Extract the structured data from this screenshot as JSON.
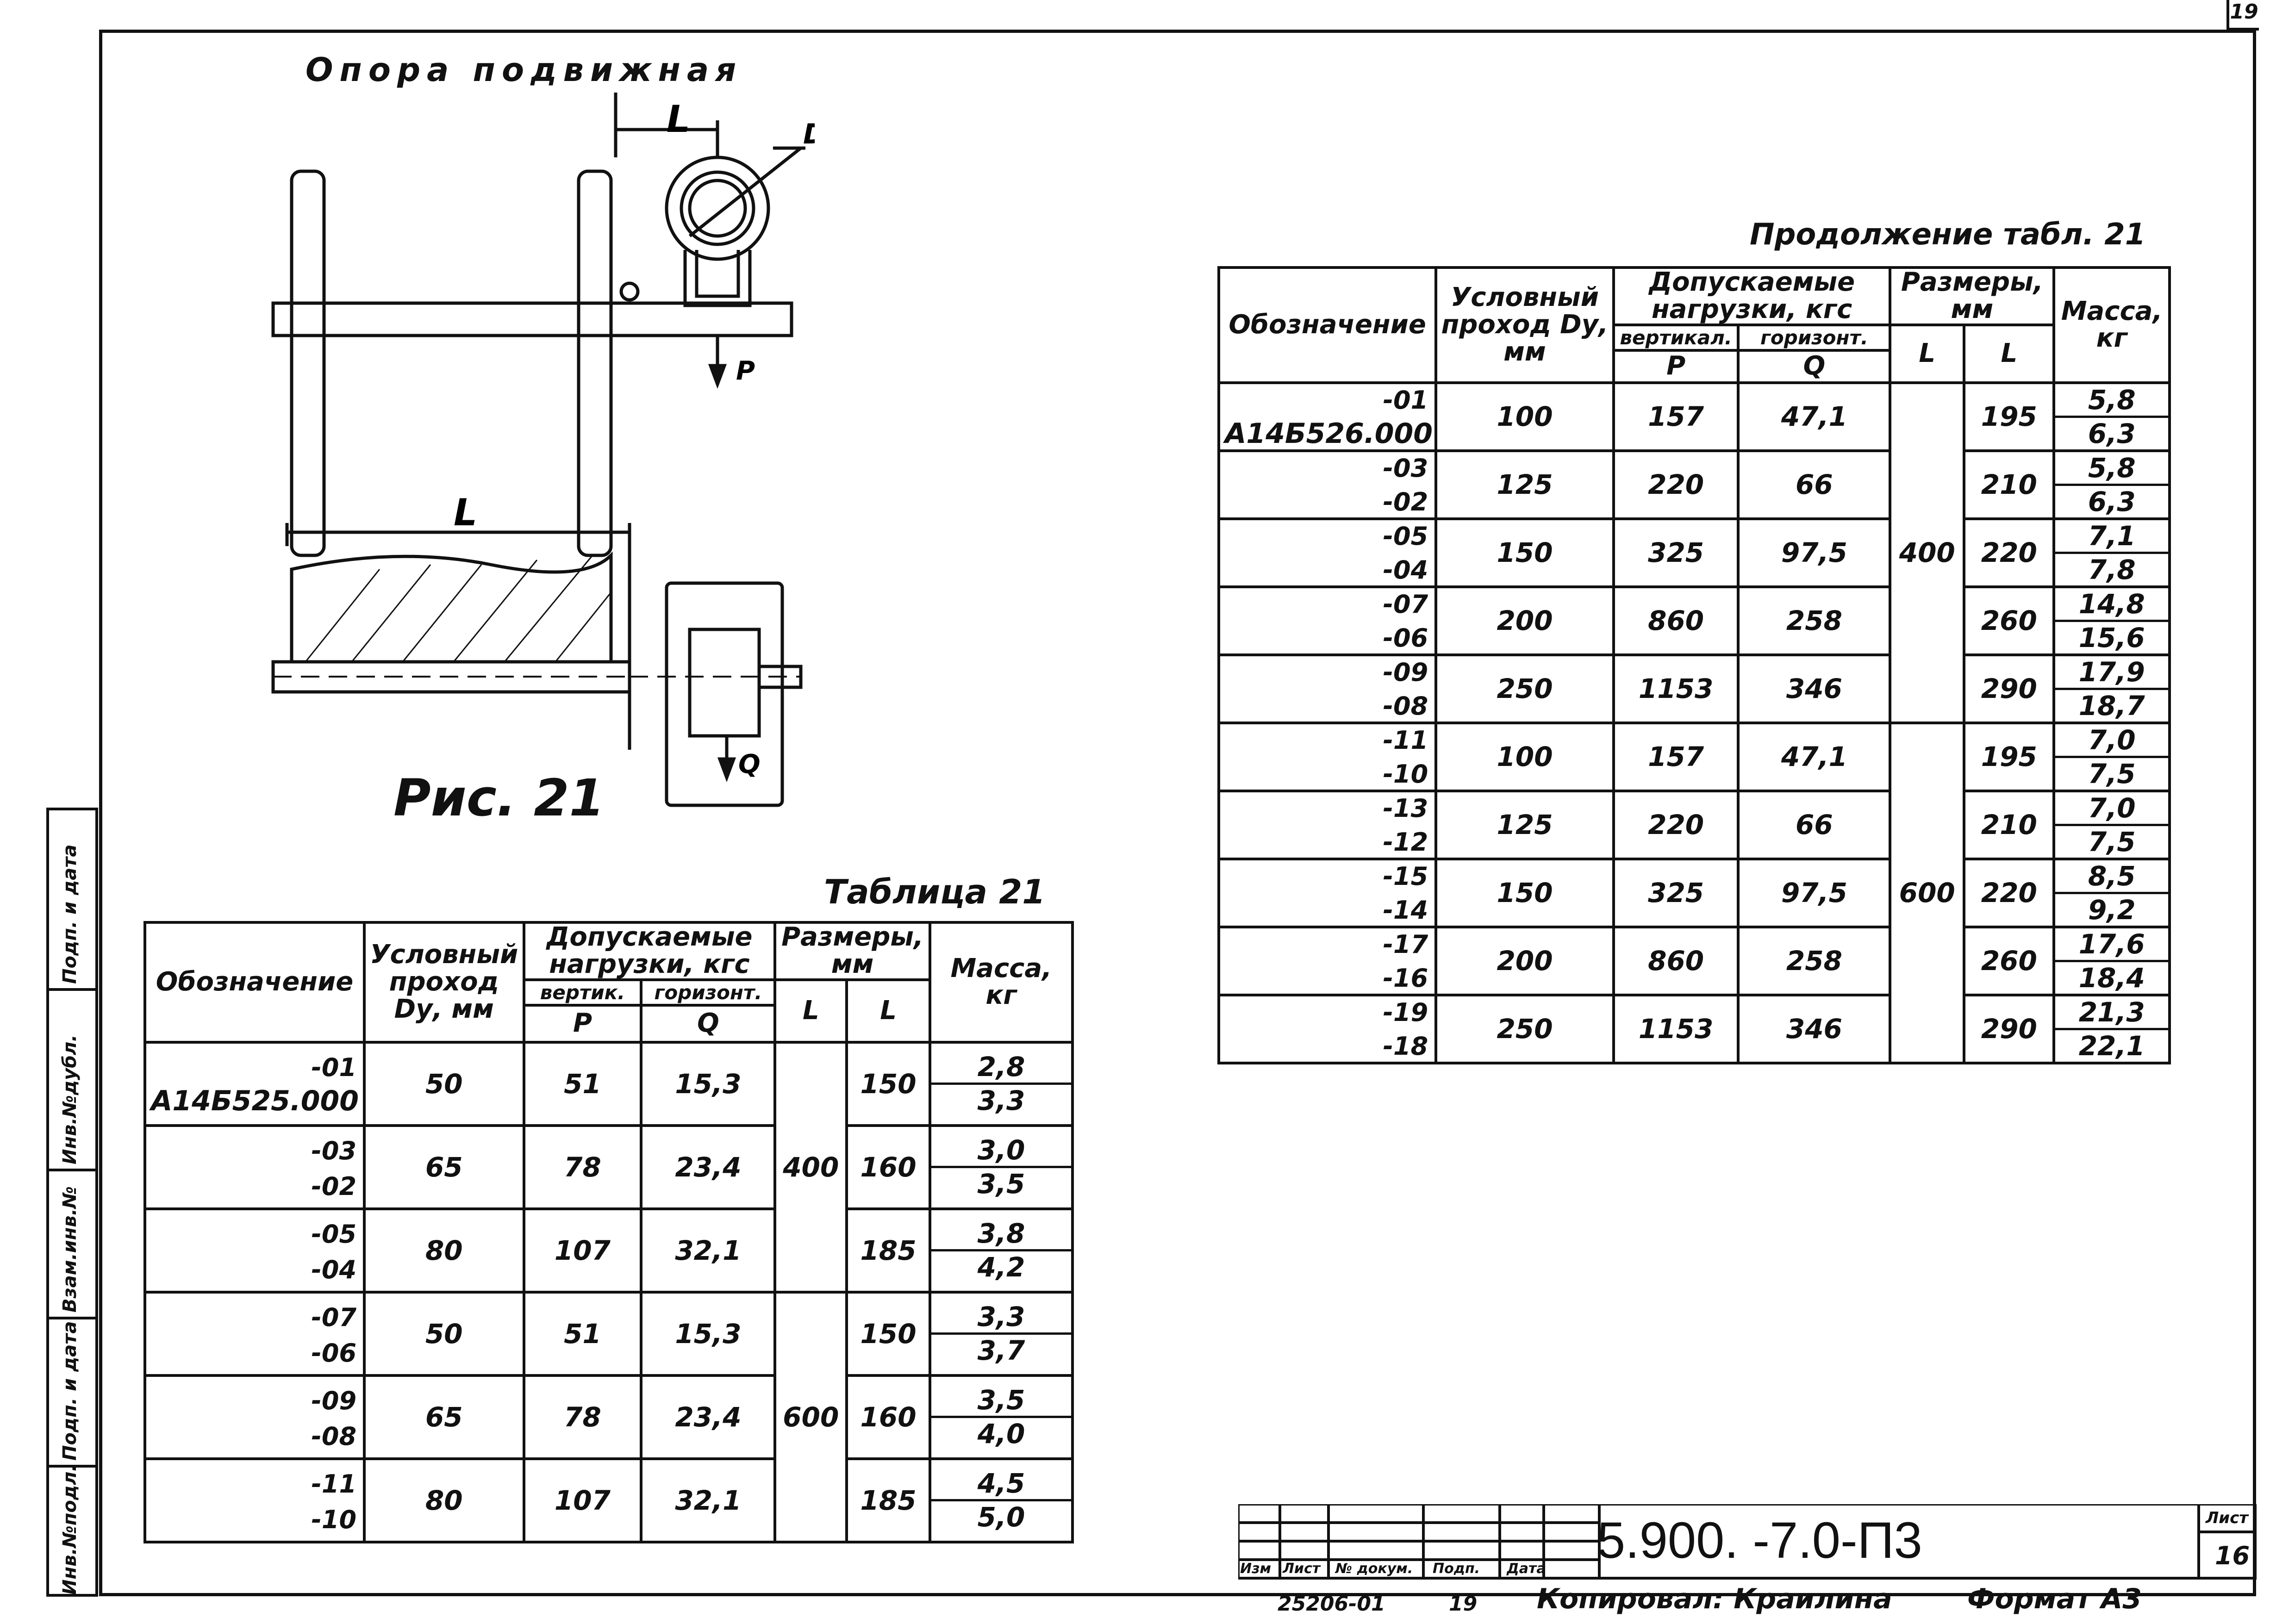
{
  "page_marker": "19",
  "figure": {
    "title": "Опора подвижная",
    "label_L_top": "L",
    "label_Dy": "Dy",
    "label_P": "P",
    "label_L_bottom": "L",
    "label_Q": "Q",
    "caption": "Рис. 21"
  },
  "table_left": {
    "title": "Таблица 21",
    "headers": {
      "designation": "Обозначение",
      "nominal": "Условный проход Dу, мм",
      "loads": "Допускаемые нагрузки, кгс",
      "vert": "вертик.",
      "horiz": "горизонт.",
      "P": "P",
      "Q": "Q",
      "dims": "Размеры, мм",
      "L1": "L",
      "L2": "L",
      "mass": "Масса, кг"
    },
    "base": "А14Б525.000",
    "groups": [
      {
        "s1": "",
        "s2": "-01",
        "dy": "50",
        "p": "51",
        "q": "15,3",
        "l": "150",
        "m1": "2,8",
        "m2": "3,3"
      },
      {
        "s1": "-02",
        "s2": "-03",
        "dy": "65",
        "p": "78",
        "q": "23,4",
        "l": "160",
        "m1": "3,0",
        "m2": "3,5"
      },
      {
        "s1": "-04",
        "s2": "-05",
        "dy": "80",
        "p": "107",
        "q": "32,1",
        "l": "185",
        "m1": "3,8",
        "m2": "4,2"
      },
      {
        "s1": "-06",
        "s2": "-07",
        "dy": "50",
        "p": "51",
        "q": "15,3",
        "l": "150",
        "m1": "3,3",
        "m2": "3,7"
      },
      {
        "s1": "-08",
        "s2": "-09",
        "dy": "65",
        "p": "78",
        "q": "23,4",
        "l": "160",
        "m1": "3,5",
        "m2": "4,0"
      },
      {
        "s1": "-10",
        "s2": "-11",
        "dy": "80",
        "p": "107",
        "q": "32,1",
        "l": "185",
        "m1": "4,5",
        "m2": "5,0"
      }
    ],
    "L_big": [
      "400",
      "600"
    ]
  },
  "table_right": {
    "title": "Продолжение табл. 21",
    "headers": {
      "designation": "Обозначение",
      "nominal": "Условный проход Dу, мм",
      "loads": "Допускаемые нагрузки, кгс",
      "vert": "вертикал.",
      "horiz": "горизонт.",
      "P": "P",
      "Q": "Q",
      "dims": "Размеры, мм",
      "L1": "L",
      "L2": "L",
      "mass": "Масса, кг"
    },
    "base": "А14Б526.000",
    "groups": [
      {
        "s1": "",
        "s2": "-01",
        "dy": "100",
        "p": "157",
        "q": "47,1",
        "l": "195",
        "m1": "5,8",
        "m2": "6,3"
      },
      {
        "s1": "-02",
        "s2": "-03",
        "dy": "125",
        "p": "220",
        "q": "66",
        "l": "210",
        "m1": "5,8",
        "m2": "6,3"
      },
      {
        "s1": "-04",
        "s2": "-05",
        "dy": "150",
        "p": "325",
        "q": "97,5",
        "l": "220",
        "m1": "7,1",
        "m2": "7,8"
      },
      {
        "s1": "-06",
        "s2": "-07",
        "dy": "200",
        "p": "860",
        "q": "258",
        "l": "260",
        "m1": "14,8",
        "m2": "15,6"
      },
      {
        "s1": "-08",
        "s2": "-09",
        "dy": "250",
        "p": "1153",
        "q": "346",
        "l": "290",
        "m1": "17,9",
        "m2": "18,7"
      },
      {
        "s1": "-10",
        "s2": "-11",
        "dy": "100",
        "p": "157",
        "q": "47,1",
        "l": "195",
        "m1": "7,0",
        "m2": "7,5"
      },
      {
        "s1": "-12",
        "s2": "-13",
        "dy": "125",
        "p": "220",
        "q": "66",
        "l": "210",
        "m1": "7,0",
        "m2": "7,5"
      },
      {
        "s1": "-14",
        "s2": "-15",
        "dy": "150",
        "p": "325",
        "q": "97,5",
        "l": "220",
        "m1": "8,5",
        "m2": "9,2"
      },
      {
        "s1": "-16",
        "s2": "-17",
        "dy": "200",
        "p": "860",
        "q": "258",
        "l": "260",
        "m1": "17,6",
        "m2": "18,4"
      },
      {
        "s1": "-18",
        "s2": "-19",
        "dy": "250",
        "p": "1153",
        "q": "346",
        "l": "290",
        "m1": "21,3",
        "m2": "22,1"
      }
    ],
    "L_big": [
      "400",
      "600"
    ]
  },
  "side_strip": [
    "Инв.№подл.",
    "Подп. и дата",
    "Взам.инв.№",
    "Инв.№дубл.",
    "Подп. и дата"
  ],
  "title_block": {
    "cols": [
      "Изм",
      "Лист",
      "№ докум.",
      "Подп.",
      "Дата"
    ],
    "doc_number": "5.900. -7.0-П3",
    "sheet_label": "Лист",
    "sheet_no": "16",
    "footer_code": "25206-01",
    "footer_page": "19",
    "copied_by": "Копировал: Краилина",
    "format": "Формат А3"
  }
}
